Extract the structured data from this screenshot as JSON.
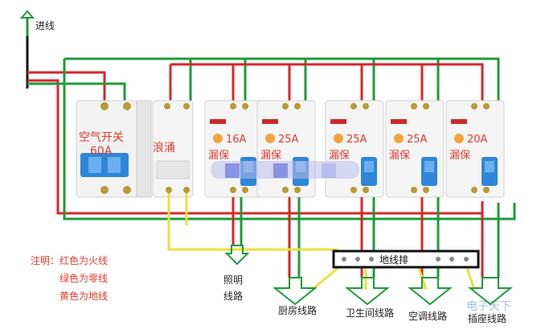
{
  "labels": {
    "incoming": "进线",
    "air_switch_line1": "空气开关",
    "air_switch_line2": "60A",
    "surge": "浪涌",
    "ground_bar": "地线排"
  },
  "breakers": [
    {
      "rating": "16A",
      "type": "漏保"
    },
    {
      "rating": "25A",
      "type": "漏保"
    },
    {
      "rating": "25A",
      "type": "漏保"
    },
    {
      "rating": "25A",
      "type": "漏保"
    },
    {
      "rating": "20A",
      "type": "漏保"
    }
  ],
  "notes": {
    "title": "注明：红色为火线",
    "green": "绿色为零线",
    "yellow": "黄色为地线"
  },
  "circuits": {
    "lighting_line1": "照明",
    "lighting_line2": "线路",
    "kitchen": "厨房线路",
    "bathroom": "卫生间线路",
    "aircon": "空调线路",
    "socket": "插座线路"
  },
  "watermark": "电子天下",
  "colors": {
    "live": "#d8262a",
    "neutral": "#1f9a3a",
    "ground": "#e8e23a",
    "black": "#111111",
    "note_text": "#e23a2e"
  }
}
